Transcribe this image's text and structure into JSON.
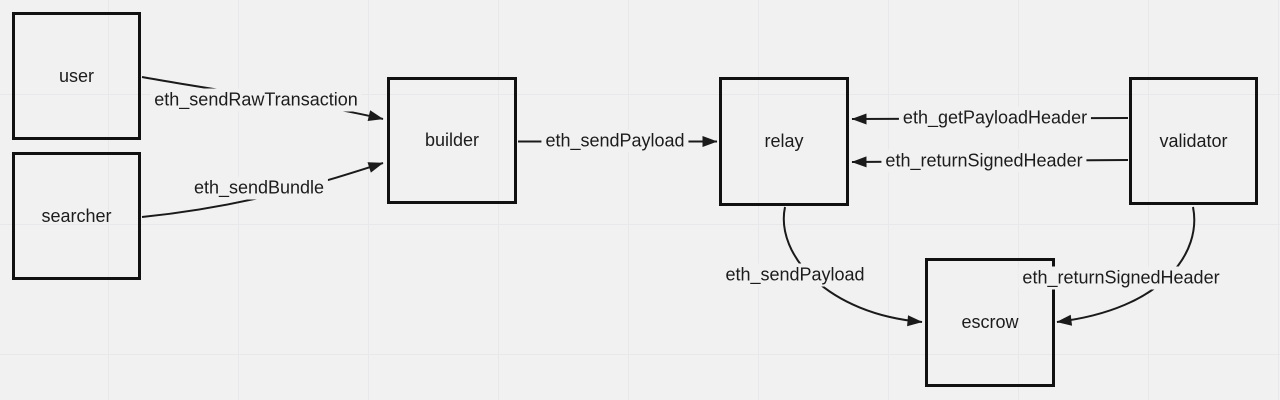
{
  "diagram": {
    "type": "flowchart",
    "colors": {
      "background": "#f1f1f2",
      "grid_line": "#e8e8ea",
      "node_border": "#111111",
      "edge_line": "#1a1a1a",
      "text": "#1c1c1c"
    },
    "nodes": {
      "user": {
        "label": "user"
      },
      "searcher": {
        "label": "searcher"
      },
      "builder": {
        "label": "builder"
      },
      "relay": {
        "label": "relay"
      },
      "validator": {
        "label": "validator"
      },
      "escrow": {
        "label": "escrow"
      }
    },
    "edges": [
      {
        "from": "user",
        "to": "builder",
        "label": "eth_sendRawTransaction"
      },
      {
        "from": "searcher",
        "to": "builder",
        "label": "eth_sendBundle"
      },
      {
        "from": "builder",
        "to": "relay",
        "label": "eth_sendPayload"
      },
      {
        "from": "validator",
        "to": "relay",
        "label": "eth_getPayloadHeader"
      },
      {
        "from": "validator",
        "to": "relay",
        "label": "eth_returnSignedHeader"
      },
      {
        "from": "relay",
        "to": "escrow",
        "label": "eth_sendPayload"
      },
      {
        "from": "validator",
        "to": "escrow",
        "label": "eth_returnSignedHeader"
      }
    ]
  }
}
